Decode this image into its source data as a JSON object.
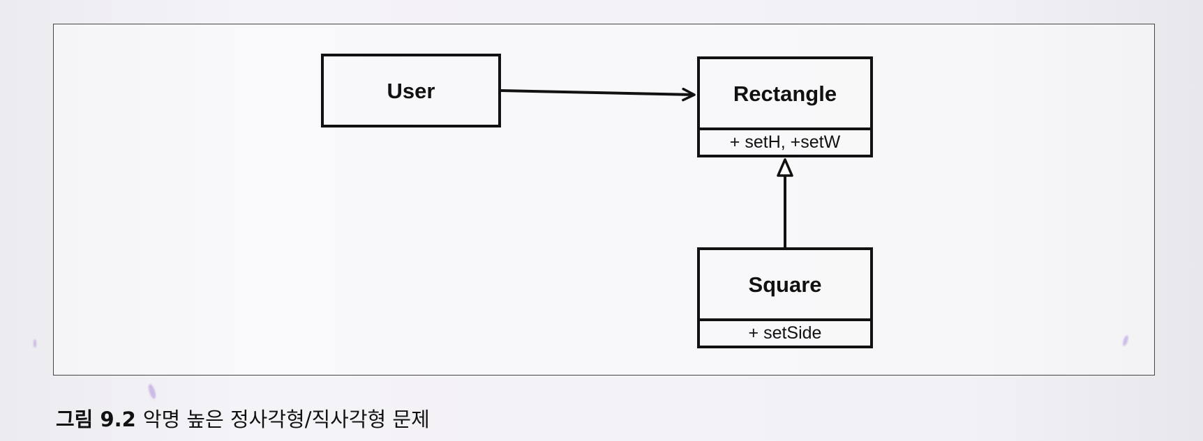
{
  "diagram": {
    "classes": {
      "user": {
        "name": "User"
      },
      "rectangle": {
        "name": "Rectangle",
        "methods": "+ setH, +setW"
      },
      "square": {
        "name": "Square",
        "methods": "+ setSide"
      }
    },
    "relationships": [
      {
        "from": "User",
        "to": "Rectangle",
        "type": "association"
      },
      {
        "from": "Square",
        "to": "Rectangle",
        "type": "inheritance"
      }
    ]
  },
  "caption": {
    "label": "그림 9.2",
    "text": "악명 높은 정사각형/직사각형 문제"
  },
  "colors": {
    "ink": "#111111",
    "page": "#f1f0f4",
    "frame": "#444444"
  }
}
